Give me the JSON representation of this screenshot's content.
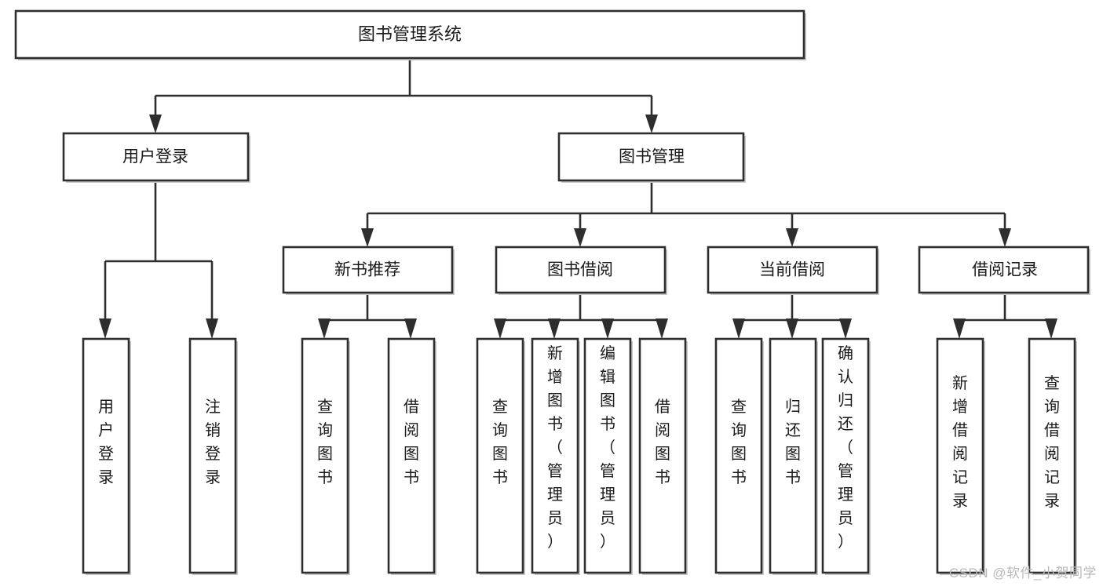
{
  "diagram": {
    "type": "tree",
    "title": "图书管理系统",
    "watermark": "CSDN @软件_小贺同学",
    "orientation": "top-down",
    "colors": {
      "stroke": "#2e2e2e",
      "fill": "#ffffff",
      "text": "#1a1a1a",
      "watermark": "#b9b9b9"
    },
    "root": {
      "id": "root",
      "label": "图书管理系统"
    },
    "level1": [
      {
        "id": "user-login",
        "label": "用户登录"
      },
      {
        "id": "book-management",
        "label": "图书管理"
      }
    ],
    "level2": [
      {
        "id": "new-book-recommend",
        "label": "新书推荐",
        "parent": "book-management"
      },
      {
        "id": "book-borrow",
        "label": "图书借阅",
        "parent": "book-management"
      },
      {
        "id": "current-borrow",
        "label": "当前借阅",
        "parent": "book-management"
      },
      {
        "id": "borrow-record",
        "label": "借阅记录",
        "parent": "book-management"
      }
    ],
    "leaves": {
      "user-login": [
        {
          "id": "leaf-user-login",
          "label": "用户登录"
        },
        {
          "id": "leaf-user-logout",
          "label": "注销登录"
        }
      ],
      "new-book-recommend": [
        {
          "id": "leaf-query-book-1",
          "label": "查询图书"
        },
        {
          "id": "leaf-borrow-book-1",
          "label": "借阅图书"
        }
      ],
      "book-borrow": [
        {
          "id": "leaf-query-book-2",
          "label": "查询图书"
        },
        {
          "id": "leaf-add-book",
          "label": "新增图书（管理员）"
        },
        {
          "id": "leaf-edit-book",
          "label": "编辑图书（管理员）"
        },
        {
          "id": "leaf-borrow-book-2",
          "label": "借阅图书"
        }
      ],
      "current-borrow": [
        {
          "id": "leaf-query-book-3",
          "label": "查询图书"
        },
        {
          "id": "leaf-return-book",
          "label": "归还图书"
        },
        {
          "id": "leaf-confirm-return",
          "label": "确认归还（管理员）"
        }
      ],
      "borrow-record": [
        {
          "id": "leaf-add-record",
          "label": "新增借阅记录"
        },
        {
          "id": "leaf-query-record",
          "label": "查询借阅记录"
        }
      ]
    }
  }
}
